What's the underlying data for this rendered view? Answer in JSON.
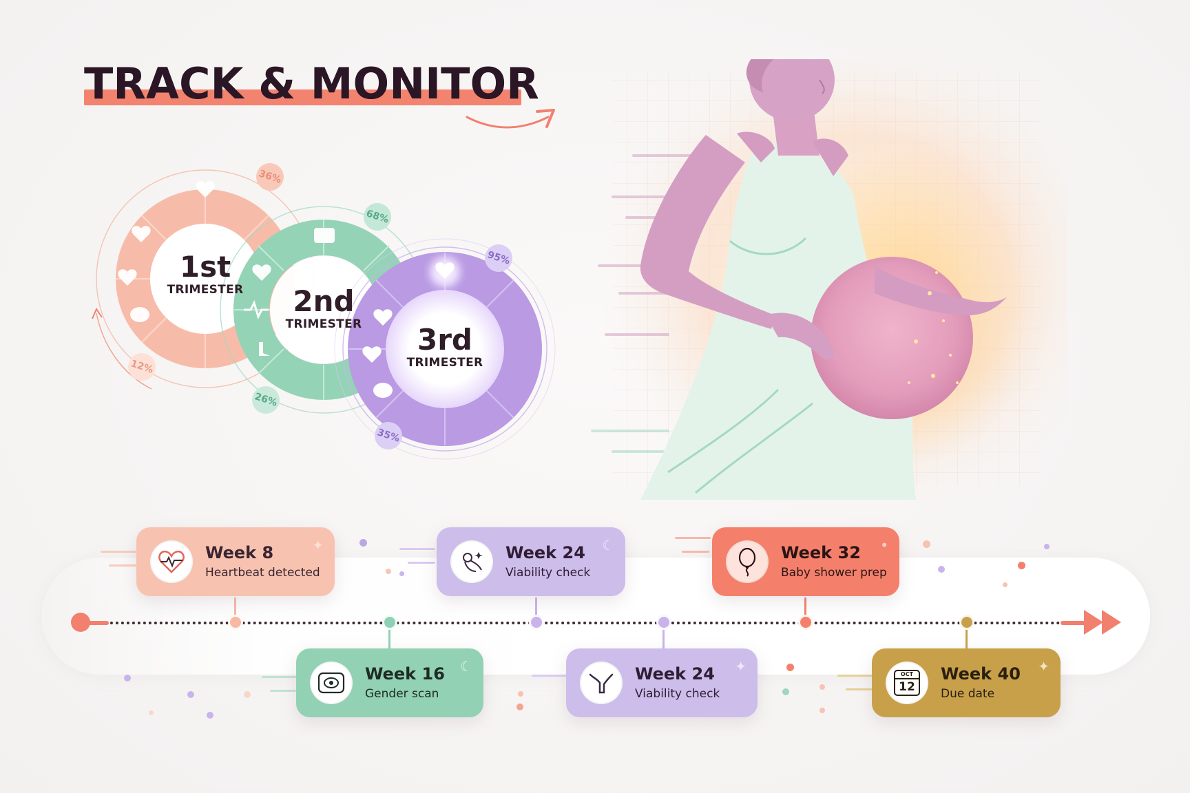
{
  "title": "TRACK & MONITOR",
  "colors": {
    "coral": "#f6b9a4",
    "mint": "#8fd1b4",
    "lavender": "#c9b4ea",
    "red": "#f4806c",
    "gold": "#c9a04a",
    "ink": "#2a1624"
  },
  "trimesters": [
    {
      "ordinal": "1st",
      "label": "TRIMESTER",
      "percents": [
        "36%",
        "12%"
      ]
    },
    {
      "ordinal": "2nd",
      "label": "TRIMESTER",
      "percents": [
        "68%",
        "26%"
      ]
    },
    {
      "ordinal": "3rd",
      "label": "TRIMESTER",
      "percents": [
        "95%",
        "35%"
      ]
    }
  ],
  "timeline": {
    "milestones": [
      {
        "week": "Week 8",
        "desc": "Heartbeat detected",
        "icon": "heart-pulse-icon",
        "position": "top"
      },
      {
        "week": "Week 16",
        "desc": "Gender scan",
        "icon": "ultrasound-icon",
        "position": "bottom"
      },
      {
        "week": "Week 24",
        "desc": "Viability check",
        "icon": "baby-icon",
        "position": "top"
      },
      {
        "week": "Week 24",
        "desc": "Viability check",
        "icon": "uterus-icon",
        "position": "bottom"
      },
      {
        "week": "Week 32",
        "desc": "Baby shower prep",
        "icon": "balloon-icon",
        "position": "top"
      },
      {
        "week": "Week 40",
        "desc": "Due date",
        "icon": "calendar-icon",
        "position": "bottom"
      }
    ],
    "calendar": {
      "month": "OCT",
      "day": "12"
    }
  }
}
